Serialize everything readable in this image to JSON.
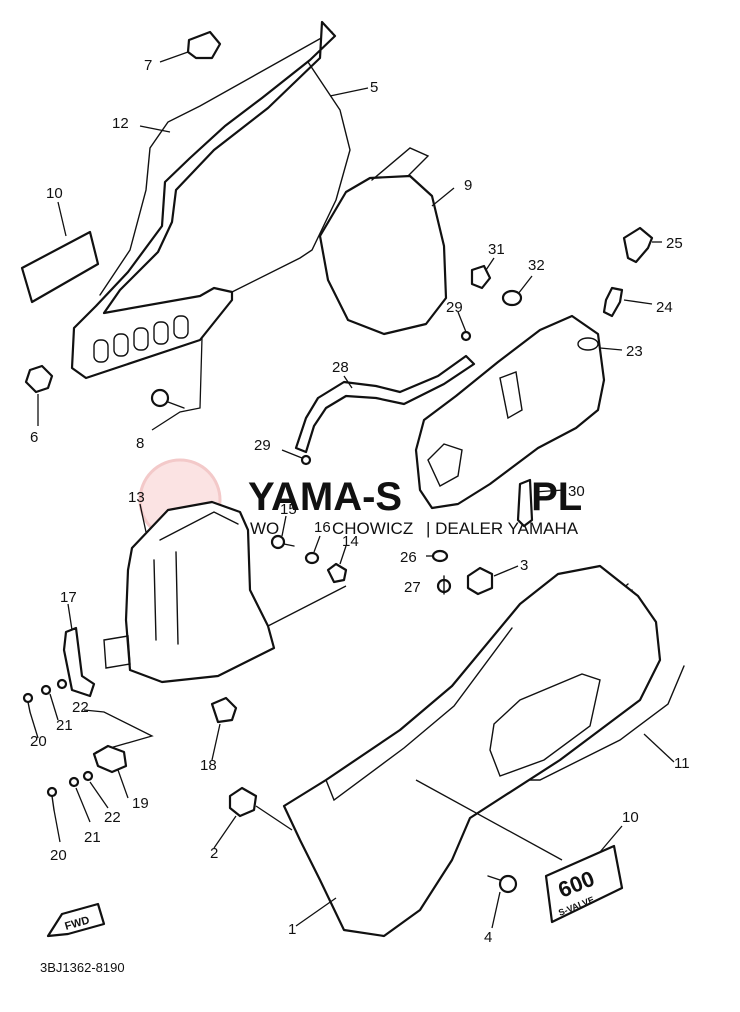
{
  "watermark": {
    "brand": "YAMA-S",
    "brand_tail": ".PL",
    "subtitle_left": "WO",
    "subtitle_mid": "CHOWICZ",
    "subtitle_right": "| DEALER YAMAHA"
  },
  "decal": {
    "line1": "600",
    "line2": "S-VALVE"
  },
  "fwd_label": "FWD",
  "drawing_code": "3BJ1362-8190",
  "callouts": {
    "c7": "7",
    "c5": "5",
    "c12": "12",
    "c10a": "10",
    "c9": "9",
    "c31": "31",
    "c32": "32",
    "c25": "25",
    "c24": "24",
    "c29a": "29",
    "c23": "23",
    "c6": "6",
    "c8": "8",
    "c28": "28",
    "c29b": "29",
    "c30": "30",
    "c13": "13",
    "c15": "15",
    "c16": "16",
    "c14": "14",
    "c26": "26",
    "c3": "3",
    "c27": "27",
    "c17": "17",
    "c22a": "22",
    "c21a": "21",
    "c20a": "20",
    "c18": "18",
    "c11": "11",
    "c19": "19",
    "c22b": "22",
    "c21b": "21",
    "c20b": "20",
    "c2": "2",
    "c10b": "10",
    "c1": "1",
    "c4": "4"
  }
}
